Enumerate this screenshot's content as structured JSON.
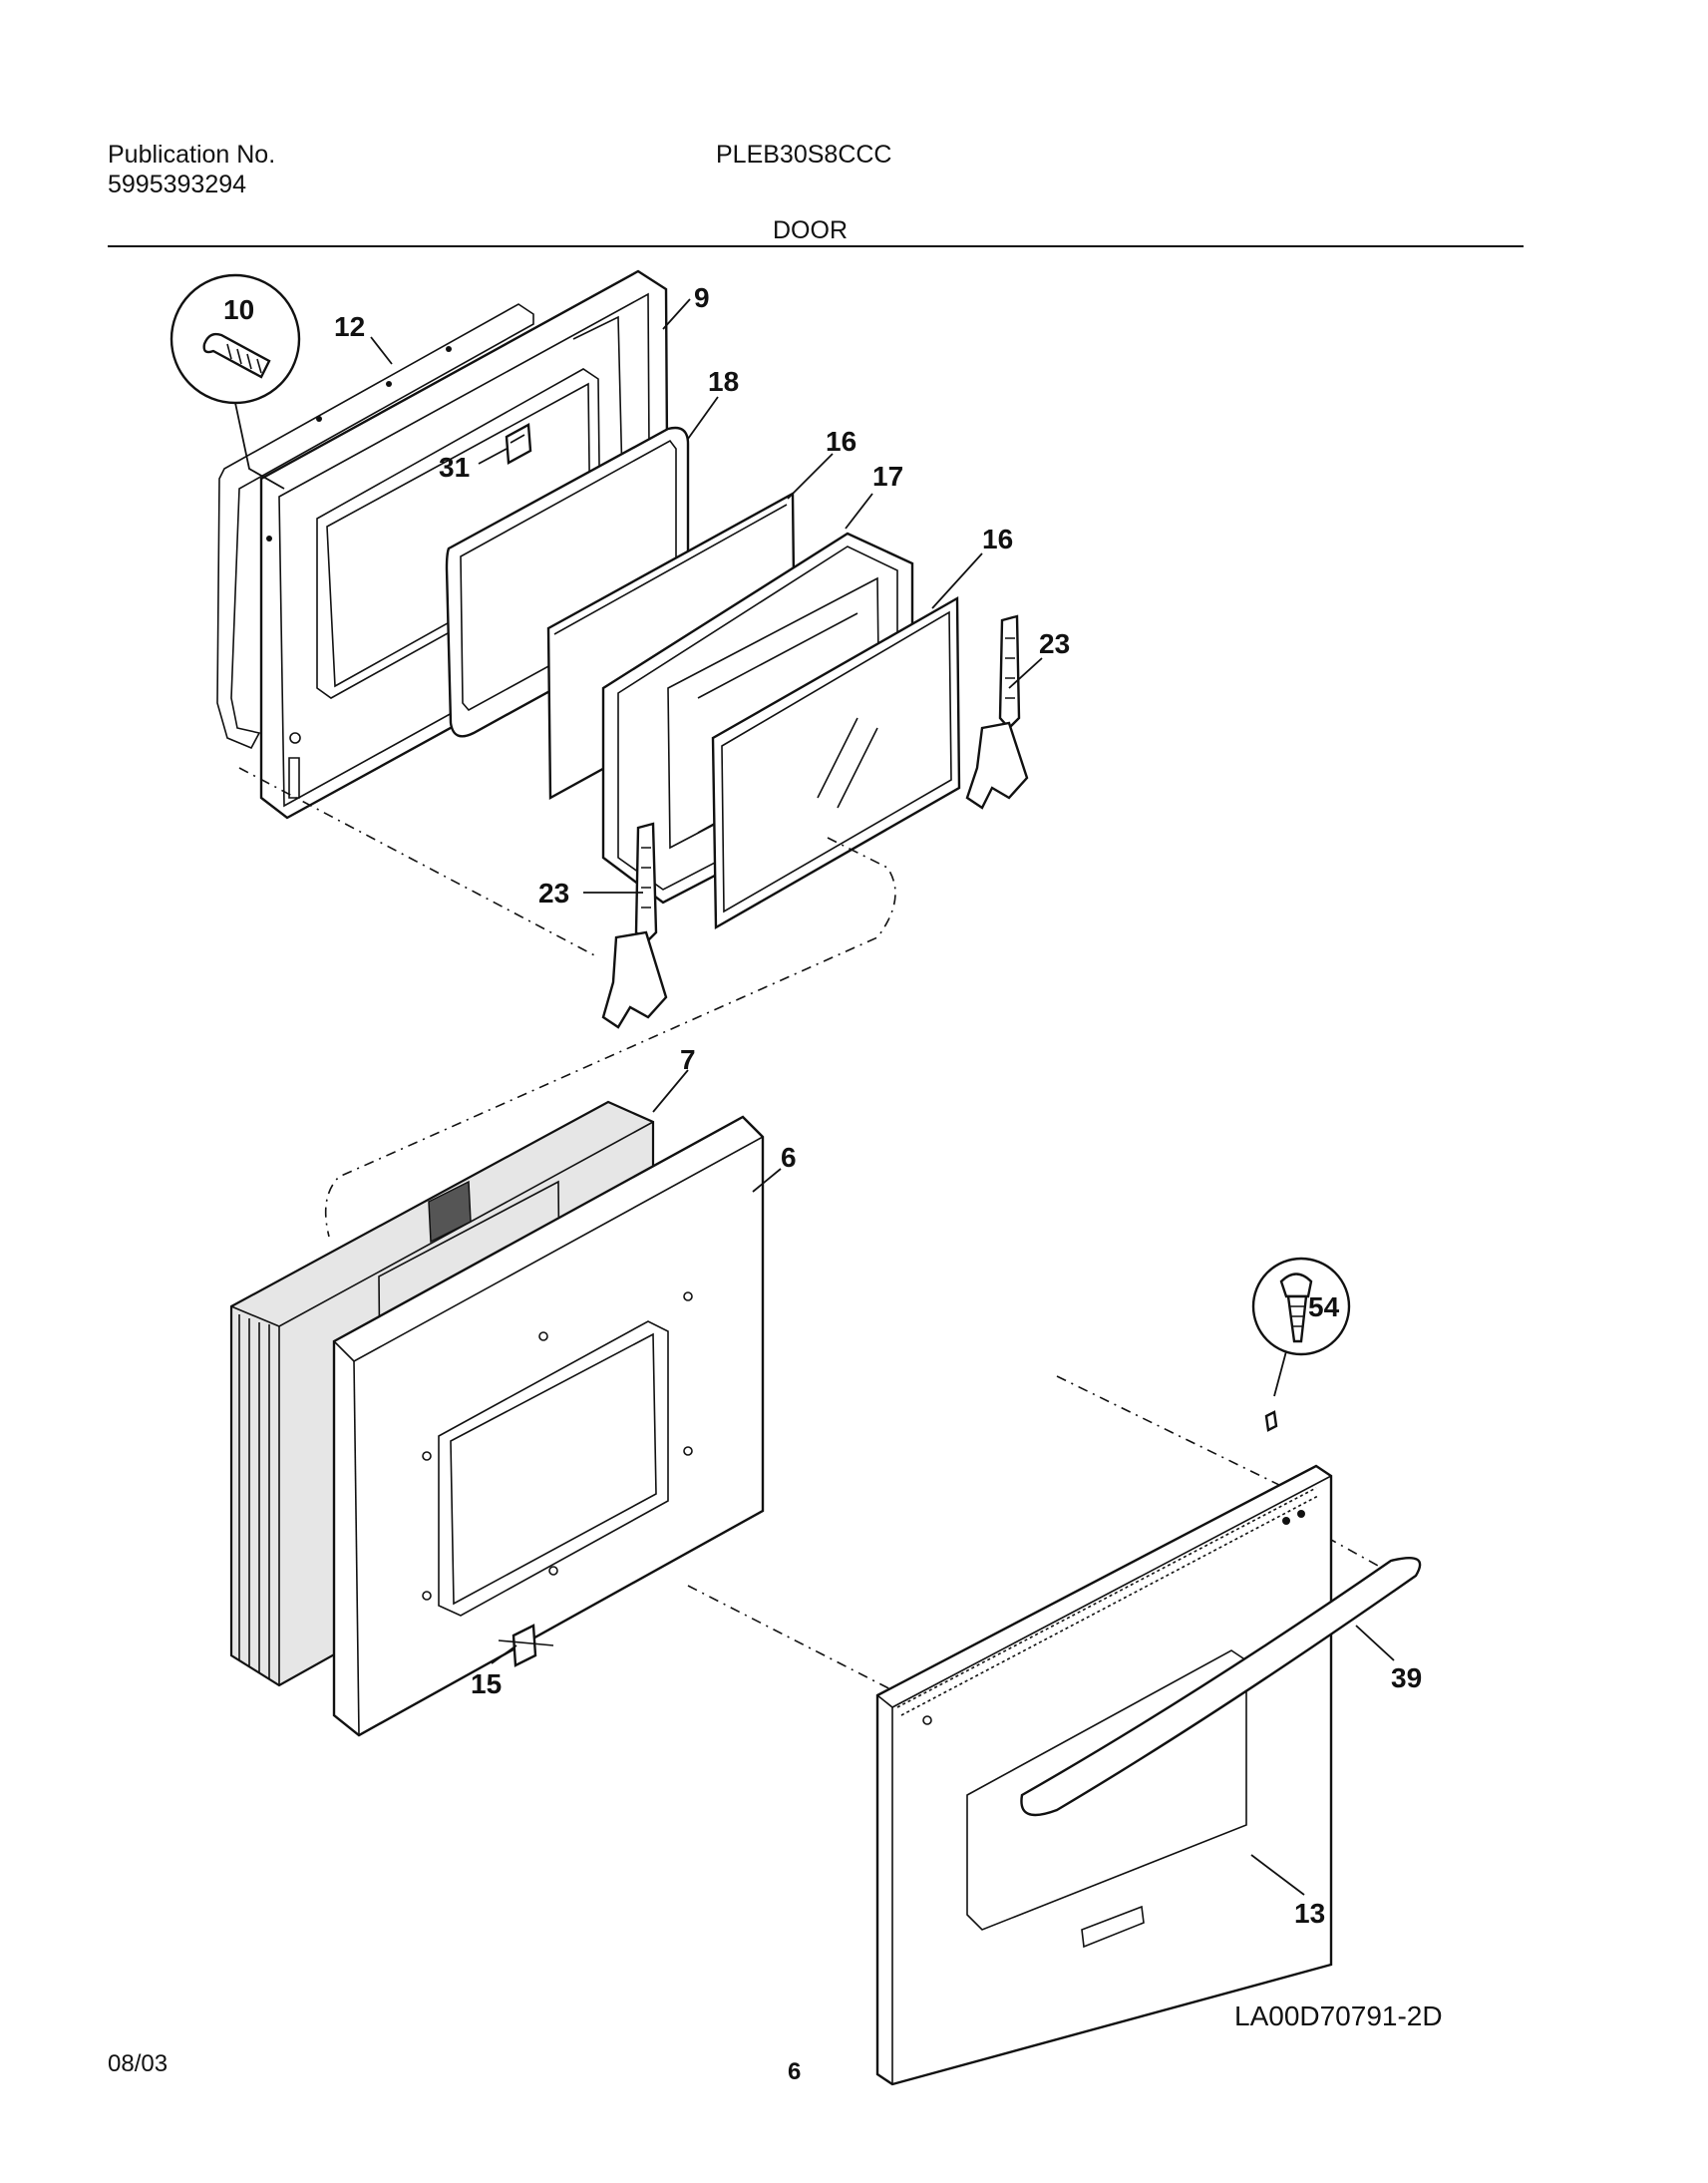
{
  "header": {
    "publication_label": "Publication No.",
    "publication_number": "5995393294",
    "model": "PLEB30S8CCC",
    "section": "DOOR"
  },
  "footer": {
    "date": "08/03",
    "page": "6",
    "diagram_code": "LA00D70791-2D"
  },
  "callouts": {
    "p10": "10",
    "p12": "12",
    "p9": "9",
    "p18": "18",
    "p16a": "16",
    "p17": "17",
    "p31": "31",
    "p16b": "16",
    "p23a": "23",
    "p23b": "23",
    "p7": "7",
    "p6": "6",
    "p54": "54",
    "p15": "15",
    "p39": "39",
    "p13": "13"
  }
}
